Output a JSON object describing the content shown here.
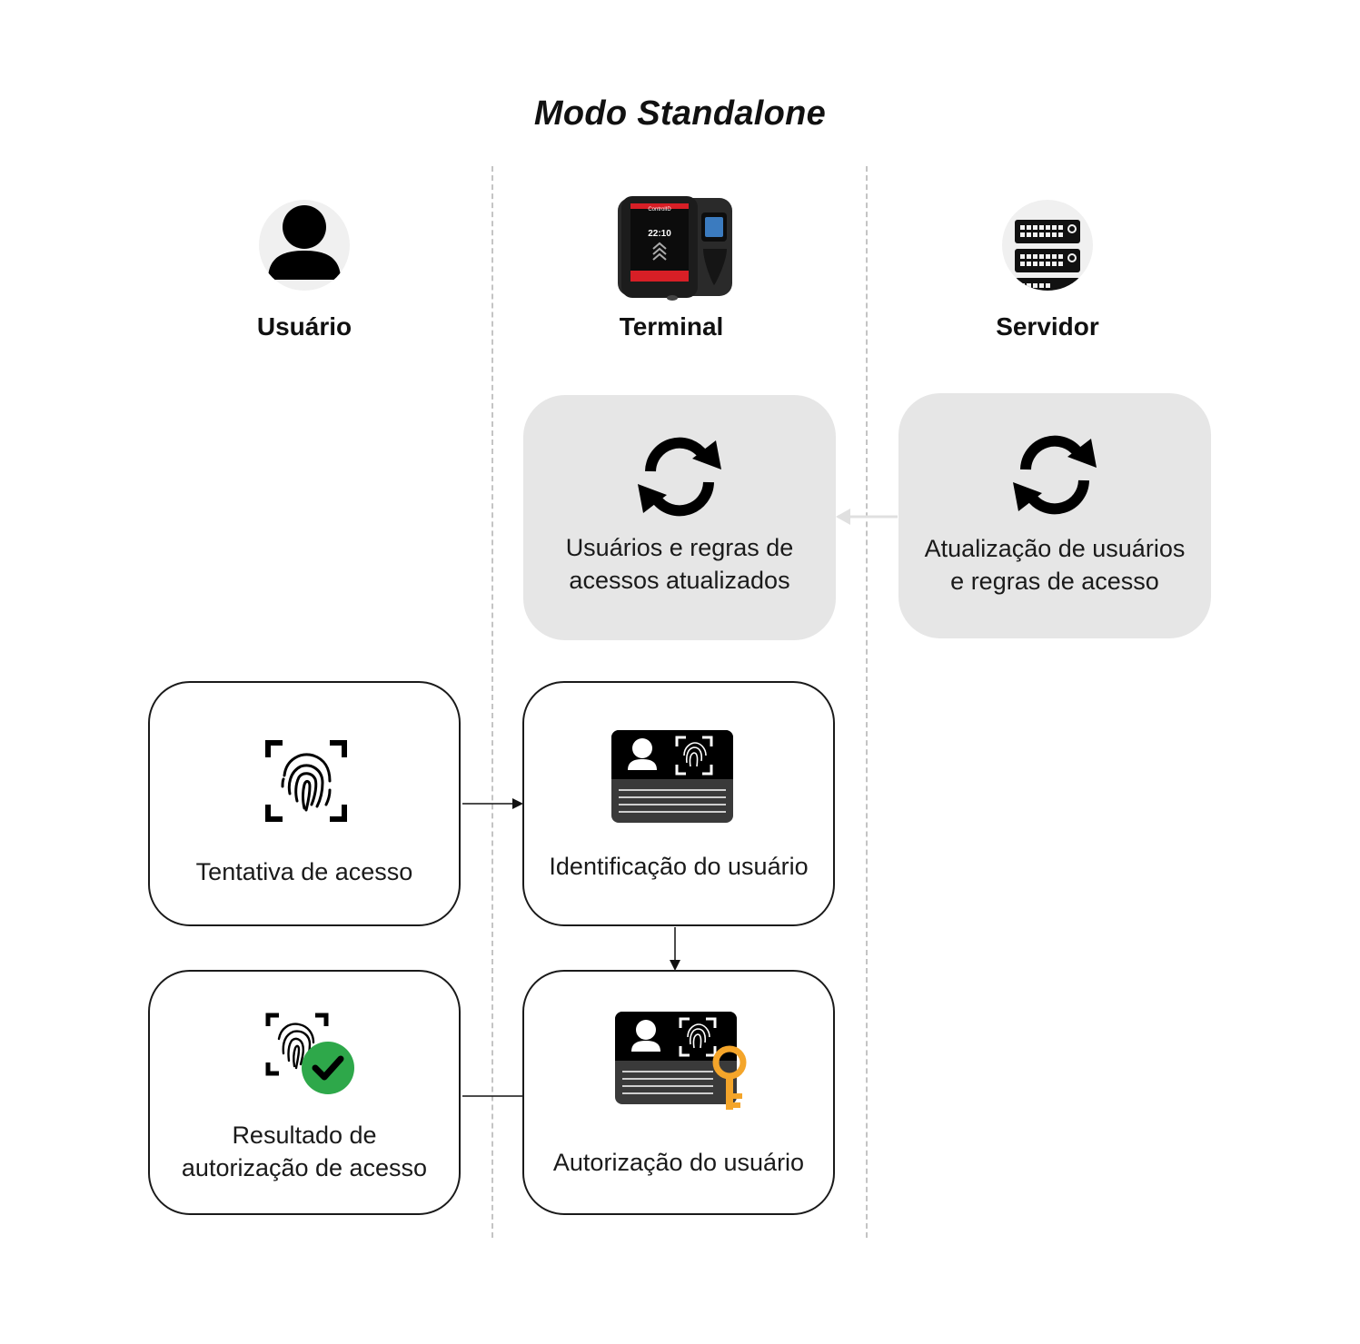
{
  "diagram": {
    "title": "Modo Standalone",
    "columns": [
      {
        "label": "Usuário",
        "icon": "user-icon"
      },
      {
        "label": "Terminal",
        "icon": "terminal-device-icon"
      },
      {
        "label": "Servidor",
        "icon": "server-icon"
      }
    ],
    "terminal_screen": {
      "brand": "ControlID",
      "time": "22:10"
    },
    "boxes": {
      "terminal_sync": {
        "line1": "Usuários e regras de",
        "line2": "acessos atualizados",
        "icon": "sync-icon"
      },
      "server_sync": {
        "line1": "Atualização de usuários",
        "line2": "e regras de acesso",
        "icon": "sync-icon"
      },
      "access_attempt": {
        "text": "Tentativa de acesso",
        "icon": "fingerprint-scan-icon"
      },
      "identification": {
        "text": "Identificação do usuário",
        "icon": "id-card-fingerprint-icon"
      },
      "result": {
        "line1": "Resultado de",
        "line2": "autorização de acesso",
        "icon": "fingerprint-check-icon"
      },
      "authorization": {
        "text": "Autorização do usuário",
        "icon": "id-card-key-icon"
      }
    },
    "colors": {
      "box_gray": "#e6e6e6",
      "check_green": "#2ea84a",
      "key_orange": "#f4a52a",
      "terminal_red": "#d71f26",
      "divider": "#c4c4c4"
    }
  }
}
